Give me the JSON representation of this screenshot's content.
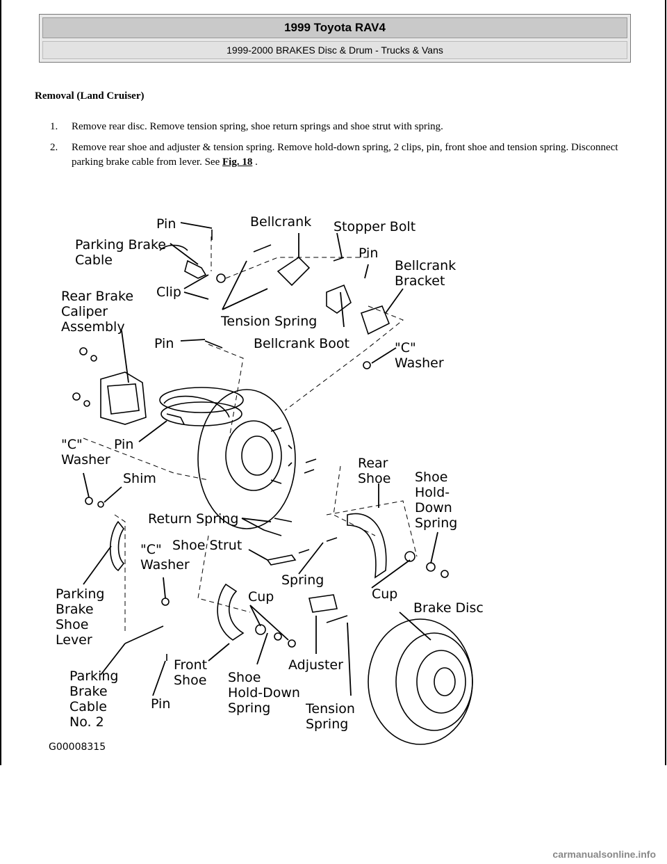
{
  "header": {
    "title": "1999 Toyota RAV4",
    "subtitle": "1999-2000 BRAKES Disc & Drum - Trucks & Vans"
  },
  "section_title": "Removal (Land Cruiser)",
  "steps": [
    {
      "num": "1.",
      "text": "Remove rear disc. Remove tension spring, shoe return springs and shoe strut with spring."
    },
    {
      "num": "2.",
      "text": "Remove rear shoe and adjuster & tension spring. Remove hold-down spring, 2 clips, pin, front shoe and tension spring. Disconnect parking brake cable from lever. See ",
      "link": "Fig. 18",
      "after": " ."
    }
  ],
  "figure": {
    "labels": {
      "pin_top": "Pin",
      "bellcrank": "Bellcrank",
      "stopper_bolt": "Stopper Bolt",
      "parking_brake_cable_1": "Parking Brake",
      "parking_brake_cable_2": "Cable",
      "pin_right": "Pin",
      "bellcrank_bracket_1": "Bellcrank",
      "bellcrank_bracket_2": "Bracket",
      "rear_caliper_1": "Rear Brake",
      "rear_caliper_2": "Caliper",
      "rear_caliper_3": "Assembly",
      "clip": "Clip",
      "tension_spring_top": "Tension Spring",
      "pin_mid": "Pin",
      "bellcrank_boot": "Bellcrank Boot",
      "c_washer_right_1": "\"C\"",
      "c_washer_right_2": "Washer",
      "c_washer_left_1": "\"C\"",
      "c_washer_left_2": "Washer",
      "pin_left": "Pin",
      "rear_shoe_1": "Rear",
      "rear_shoe_2": "Shoe",
      "shoe_hold_down_right_1": "Shoe",
      "shoe_hold_down_right_2": "Hold-",
      "shoe_hold_down_right_3": "Down",
      "shoe_hold_down_right_4": "Spring",
      "shim": "Shim",
      "return_spring": "Return Spring",
      "shoe_strut": "Shoe Strut",
      "c_washer_mid_1": "\"C\"",
      "c_washer_mid_2": "Washer",
      "spring": "Spring",
      "parking_brake_lever_1": "Parking",
      "parking_brake_lever_2": "Brake",
      "parking_brake_lever_3": "Shoe",
      "parking_brake_lever_4": "Lever",
      "cup_mid": "Cup",
      "cup_right": "Cup",
      "brake_disc": "Brake Disc",
      "front_shoe_1": "Front",
      "front_shoe_2": "Shoe",
      "adjuster": "Adjuster",
      "parking_cable_no2_1": "Parking",
      "parking_cable_no2_2": "Brake",
      "parking_cable_no2_3": "Cable",
      "parking_cable_no2_4": "No. 2",
      "shoe_hold_down_bottom_1": "Shoe",
      "shoe_hold_down_bottom_2": "Hold-Down",
      "shoe_hold_down_bottom_3": "Spring",
      "pin_bottom": "Pin",
      "tension_spring_bottom_1": "Tension",
      "tension_spring_bottom_2": "Spring"
    },
    "figure_id": "G00008315"
  },
  "footer": "carmanualsonline.info"
}
